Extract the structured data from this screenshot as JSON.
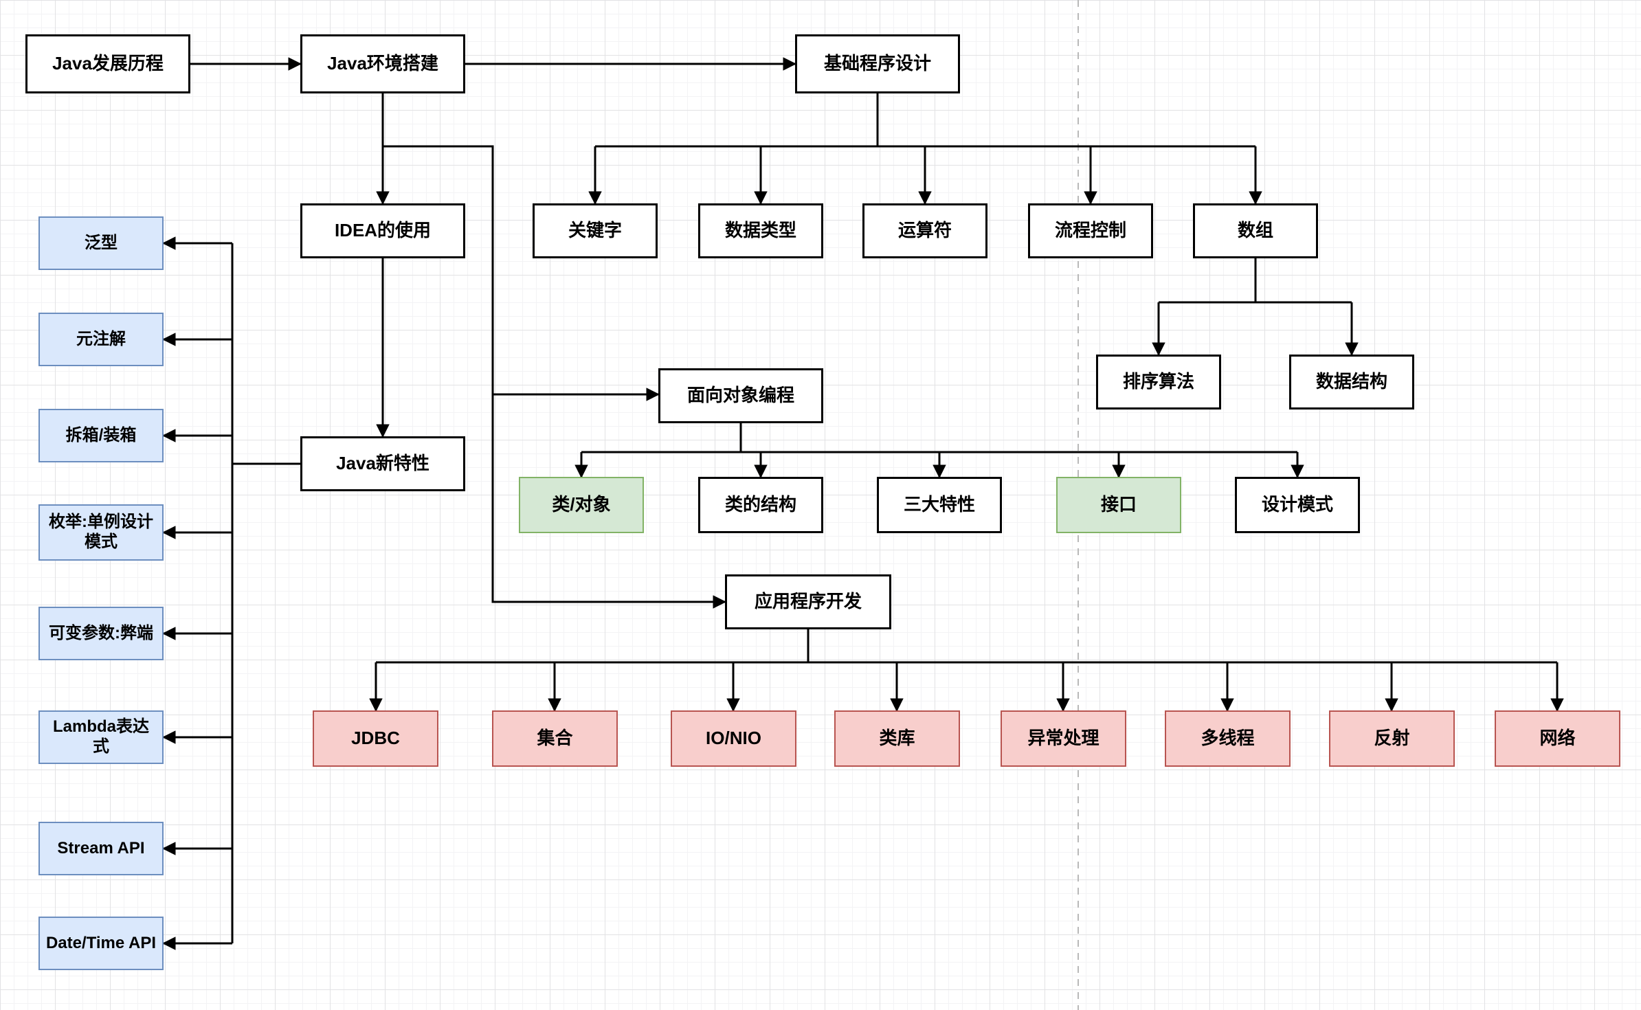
{
  "diagram": {
    "type": "flowchart",
    "nodes": {
      "java_history": {
        "label": "Java发展历程"
      },
      "java_env": {
        "label": "Java环境搭建"
      },
      "basic_programming": {
        "label": "基础程序设计"
      },
      "idea_usage": {
        "label": "IDEA的使用"
      },
      "keywords": {
        "label": "关键字"
      },
      "data_types": {
        "label": "数据类型"
      },
      "operators": {
        "label": "运算符"
      },
      "flow_control": {
        "label": "流程控制"
      },
      "arrays": {
        "label": "数组"
      },
      "sorting_algorithms": {
        "label": "排序算法"
      },
      "data_structures": {
        "label": "数据结构"
      },
      "oop": {
        "label": "面向对象编程"
      },
      "java_features": {
        "label": "Java新特性"
      },
      "class_object": {
        "label": "类/对象"
      },
      "class_structure": {
        "label": "类的结构"
      },
      "three_features": {
        "label": "三大特性"
      },
      "interface": {
        "label": "接口"
      },
      "design_patterns": {
        "label": "设计模式"
      },
      "app_dev": {
        "label": "应用程序开发"
      },
      "jdbc": {
        "label": "JDBC"
      },
      "collections": {
        "label": "集合"
      },
      "io_nio": {
        "label": "IO/NIO"
      },
      "class_library": {
        "label": "类库"
      },
      "exception_handling": {
        "label": "异常处理"
      },
      "multithreading": {
        "label": "多线程"
      },
      "reflection": {
        "label": "反射"
      },
      "network": {
        "label": "网络"
      },
      "generics": {
        "label": "泛型"
      },
      "meta_annotations": {
        "label": "元注解"
      },
      "unboxing_boxing": {
        "label": "拆箱/装箱"
      },
      "enum_singleton": {
        "label": "枚举:单例设计模式"
      },
      "varargs_drawbacks": {
        "label": "可变参数:弊端"
      },
      "lambda": {
        "label": "Lambda表达式"
      },
      "stream_api": {
        "label": "Stream API"
      },
      "datetime_api": {
        "label": "Date/Time API"
      }
    },
    "colors": {
      "blue_fill": "#dae8fc",
      "blue_border": "#6c8ebf",
      "green_fill": "#d5e8d4",
      "green_border": "#82b366",
      "red_fill": "#f8cecc",
      "red_border": "#b85450",
      "line": "#000000",
      "divider": "#b9b9b9",
      "grid_minor": "#f3f3f5",
      "grid_major": "#e2e2e4"
    }
  }
}
